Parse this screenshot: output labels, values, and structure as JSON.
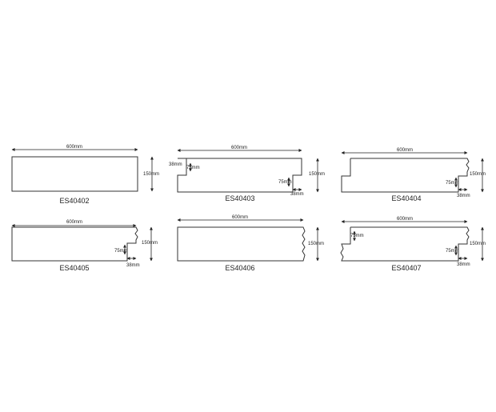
{
  "colors": {
    "background": "#ffffff",
    "profile_stroke": "#333333",
    "dimension": "#222222"
  },
  "dimension_labels": {
    "length": "600mm",
    "height": "150mm",
    "notch_height": "75mm",
    "notch_depth": "38mm"
  },
  "profiles": [
    {
      "code": "ES40402",
      "left_end": "square",
      "right_end": "square"
    },
    {
      "code": "ES40403",
      "left_end": "notched",
      "right_end": "notched"
    },
    {
      "code": "ES40404",
      "left_end": "notched",
      "right_end": "notched-broken"
    },
    {
      "code": "ES40405",
      "left_end": "square",
      "right_end": "notched-broken"
    },
    {
      "code": "ES40406",
      "left_end": "square",
      "right_end": "broken"
    },
    {
      "code": "ES40407",
      "left_end": "notched-broken",
      "right_end": "notched-broken"
    }
  ]
}
